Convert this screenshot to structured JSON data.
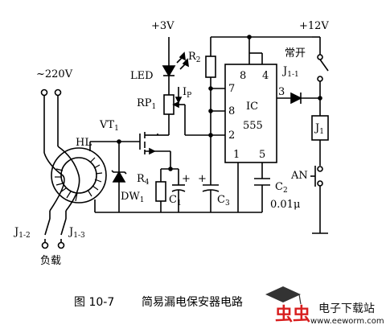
{
  "labels": {
    "ac_supply": "~220V",
    "supply_3v": "+3V",
    "supply_12v": "+12V",
    "led": "LED",
    "rp1": "RP",
    "rp1_sub": "1",
    "ip": "I",
    "ip_sub": "P",
    "r2": "R",
    "r2_sub": "2",
    "vt1": "VT",
    "vt1_sub": "1",
    "hl": "HL",
    "r4": "R",
    "r4_sub": "4",
    "dw1": "DW",
    "dw1_sub": "1",
    "c1": "C",
    "c1_sub": "1",
    "c3": "C",
    "c3_sub": "3",
    "c2": "C",
    "c2_sub": "2",
    "c2_value": "0.01μ",
    "ic": "IC",
    "ic_type": "555",
    "pin7": "7",
    "pin4": "4",
    "pin8_top": "8",
    "pin8_left": "8",
    "pin3": "3",
    "pin2": "2",
    "pin1": "1",
    "pin5": "5",
    "normally_open": "常开",
    "j11": "J",
    "j11_sub": "1-1",
    "j1": "J",
    "j1_sub": "1",
    "an": "AN",
    "j12": "J",
    "j12_sub": "1-2",
    "j13": "J",
    "j13_sub": "1-3",
    "load": "负载",
    "plus": "+"
  },
  "caption": {
    "figure": "图 10-7",
    "title": "简易漏电保安器电路"
  },
  "watermark": {
    "brand": "电子下载站",
    "url": "www.eeworm.com",
    "logo": "虫虫"
  }
}
